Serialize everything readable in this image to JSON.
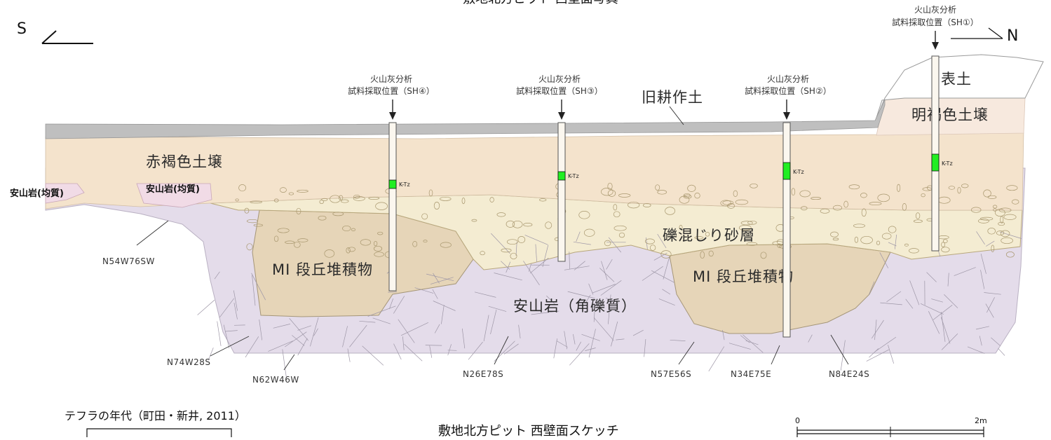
{
  "top_title": "敷地北方ピット 西壁面写真",
  "bottom_title": "敷地北方ピット  西壁面スケッチ",
  "orientation": {
    "south": "S",
    "north": "N"
  },
  "layers": {
    "topsoil": "表土",
    "light_brown": "明褐色土壌",
    "old_cultivated": "旧耕作土",
    "red_brown": "赤褐色土壌",
    "gravel_sand": "礫混じり砂層",
    "terrace_left": "MI 段丘堆積物",
    "terrace_right": "MI 段丘堆積物",
    "andesite_breccia": "安山岩（角礫質）",
    "andesite_homog_1": "安山岩(均質)",
    "andesite_homog_2": "安山岩(均質)"
  },
  "samples": [
    {
      "line1": "火山灰分析",
      "line2": "試料採取位置（SH④）",
      "marker": "K-Tz"
    },
    {
      "line1": "火山灰分析",
      "line2": "試料採取位置（SH③）",
      "marker": "K-Tz"
    },
    {
      "line1": "火山灰分析",
      "line2": "試料採取位置（SH②）",
      "marker": "K-Tz"
    },
    {
      "line1": "火山灰分析",
      "line2": "試料採取位置（SH①）",
      "marker": "K-Tz"
    }
  ],
  "strikes": [
    "N54W76SW",
    "N74W28S",
    "N62W46W",
    "N26E78S",
    "N57E56S",
    "N34E75E",
    "N84E24S"
  ],
  "legend_title": "テフラの年代（町田・新井, 2011）",
  "scale": {
    "zero": "0",
    "max": "2m"
  },
  "colors": {
    "cultivated_band": "#bfbfbf",
    "topsoil": "#ffffff",
    "light_brown": "#f7e9de",
    "red_brown": "#f4e3cc",
    "gravel_sand": "#f4ecd2",
    "terrace": "#e6d5b8",
    "andesite": "#e4dcea",
    "andesite_homog": "#f1dbe6",
    "ktz_marker": "#22ee22"
  }
}
